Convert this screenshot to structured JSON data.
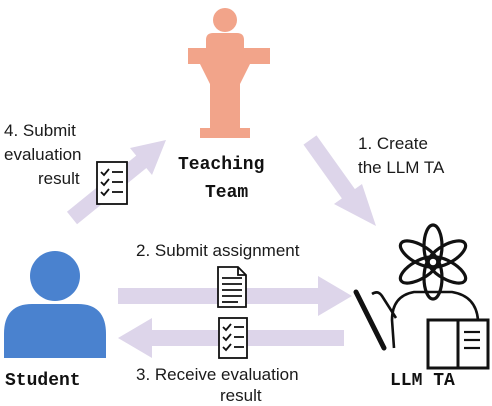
{
  "actors": {
    "teaching_team": [
      "Teaching",
      "Team"
    ],
    "student": "Student",
    "llm_ta": "LLM TA"
  },
  "steps": {
    "step1": [
      "1. Create",
      "the LLM TA"
    ],
    "step2": "2. Submit assignment",
    "step3": [
      "3. Receive evaluation",
      "result"
    ],
    "step4": [
      "4. Submit",
      "evaluation",
      "result"
    ]
  },
  "colors": {
    "person": "#4a82cf",
    "podium": "#f2a48a",
    "arrow": "#ddd5ea",
    "ink": "#111111"
  },
  "icons": [
    "podium-icon",
    "person-icon",
    "robot-teacher-icon",
    "openai-logo-icon",
    "checklist-icon",
    "document-icon",
    "book-icon"
  ]
}
